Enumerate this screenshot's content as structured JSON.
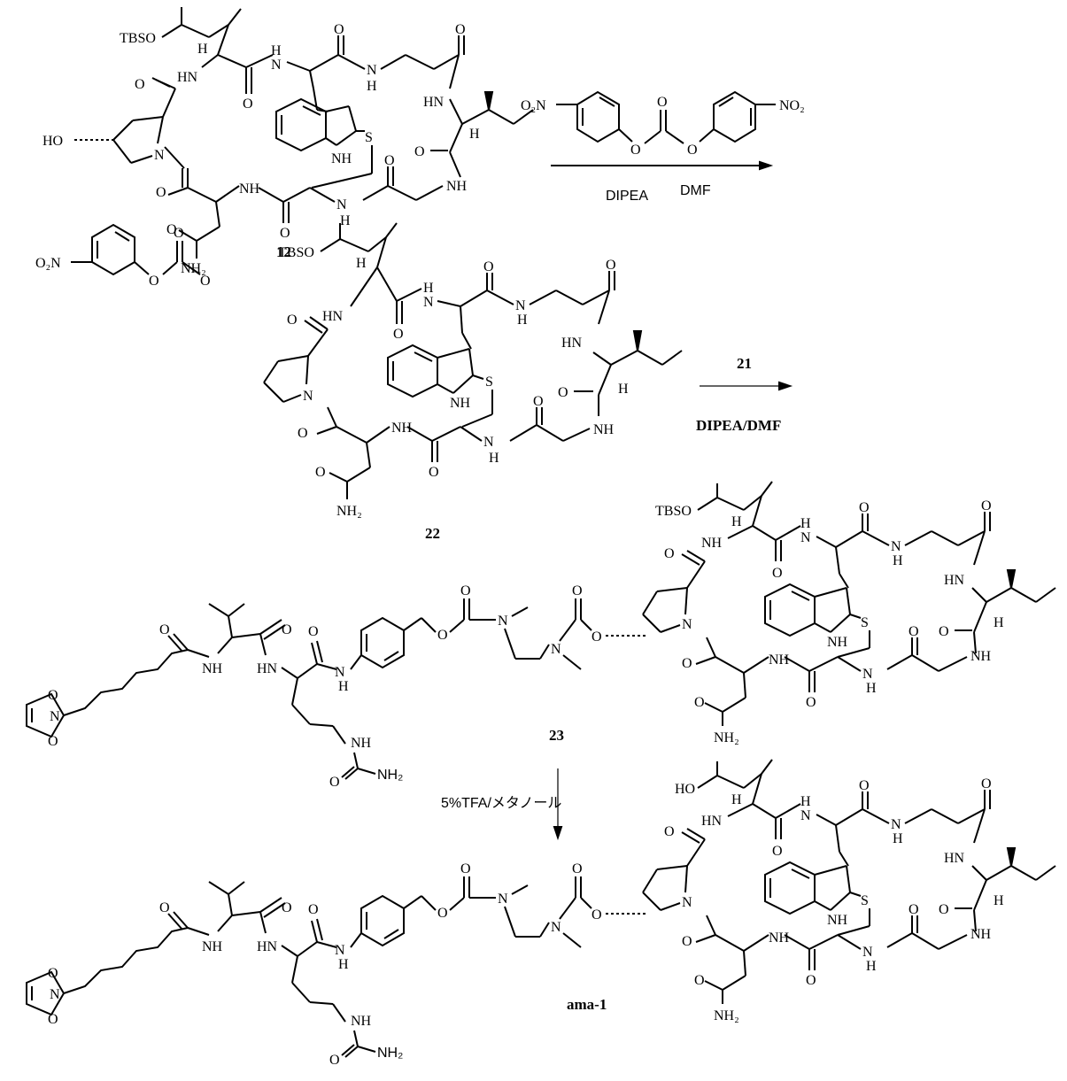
{
  "compounds": {
    "c12": "12",
    "c22": "22",
    "c23": "23",
    "ama": "ama-1"
  },
  "reagents": {
    "step1_a": "DIPEA",
    "step1_b": "DMF",
    "step2_top": "21",
    "step2_bottom": "DIPEA/DMF",
    "step3": "5%TFA/メタノール"
  },
  "atoms": {
    "tbso": "TBSO",
    "ho": "HO",
    "h": "H",
    "hn": "HN",
    "nh": "NH",
    "n": "N",
    "s": "S",
    "o": "O",
    "o2n": "O₂N",
    "no2": "NO₂",
    "nh2": "NH₂"
  }
}
